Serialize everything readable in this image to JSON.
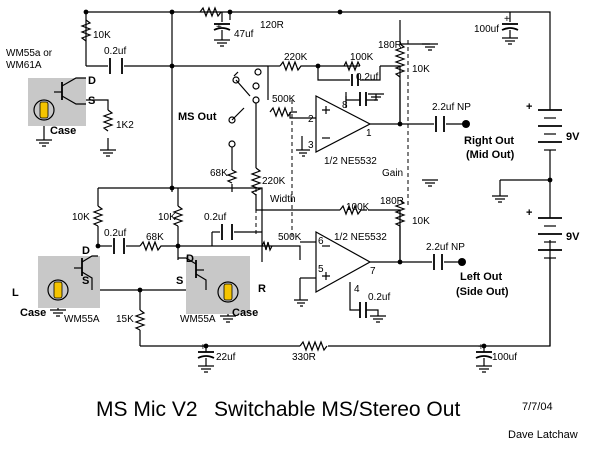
{
  "title": "MS Mic V2",
  "subtitle": "Switchable MS/Stereo Out",
  "date": "7/7/04",
  "author": "Dave Latchaw",
  "mics": {
    "mid_type": "WM55a or\nWM61A",
    "left_type": "WM55A",
    "right_type": "WM55A",
    "case": "Case",
    "L": "L",
    "R": "R",
    "D": "D",
    "S": "S"
  },
  "resistors": {
    "r_top_10k": "10K",
    "r_top_120r": "120R",
    "r_1k2": "1K2",
    "r_220k_fb": "220K",
    "r_100k_fb": "100K",
    "r_180r_top": "180R",
    "r_10k_top": "10K",
    "r_500k_top": "500K",
    "r_68k_sw": "68K",
    "r_220k_width": "220K",
    "r_10k_left": "10K",
    "r_10k_mid": "10K",
    "r_68k_bot": "68K",
    "r_500k_bot": "500K",
    "r_100k_bot": "100K",
    "r_180r_bot": "180R",
    "r_10k_bot": "10K",
    "r_15k": "15K",
    "r_330r": "330R"
  },
  "capacitors": {
    "c_47uf": "47uf",
    "c_100uf_top": "100uf",
    "c_02_top": "0.2uf",
    "c_02_fb": "0.2uf",
    "c_22uf_np_top": "2.2uf NP",
    "c_02_left": "0.2uf",
    "c_02_mid": "0.2uf",
    "c_02_bot": "0.2uf",
    "c_22uf_np_bot": "2.2uf NP",
    "c_22uf": "22uf",
    "c_100uf_bot": "100uf"
  },
  "opamps": {
    "top_label": "1/2 NE5532",
    "bot_label": "1/2 NE5532",
    "pins": {
      "p8": "8",
      "p2": "2",
      "p3": "3",
      "p1": "1",
      "p6": "6",
      "p5": "5",
      "p7": "7",
      "p4": "4"
    }
  },
  "outputs": {
    "right": "Right Out",
    "right_sub": "(Mid Out)",
    "left": "Left Out",
    "left_sub": "(Side Out)"
  },
  "controls": {
    "ms_out": "MS Out",
    "gain": "Gain",
    "width": "Width"
  },
  "battery": {
    "top": "9V",
    "bottom": "9V",
    "plus": "+"
  }
}
